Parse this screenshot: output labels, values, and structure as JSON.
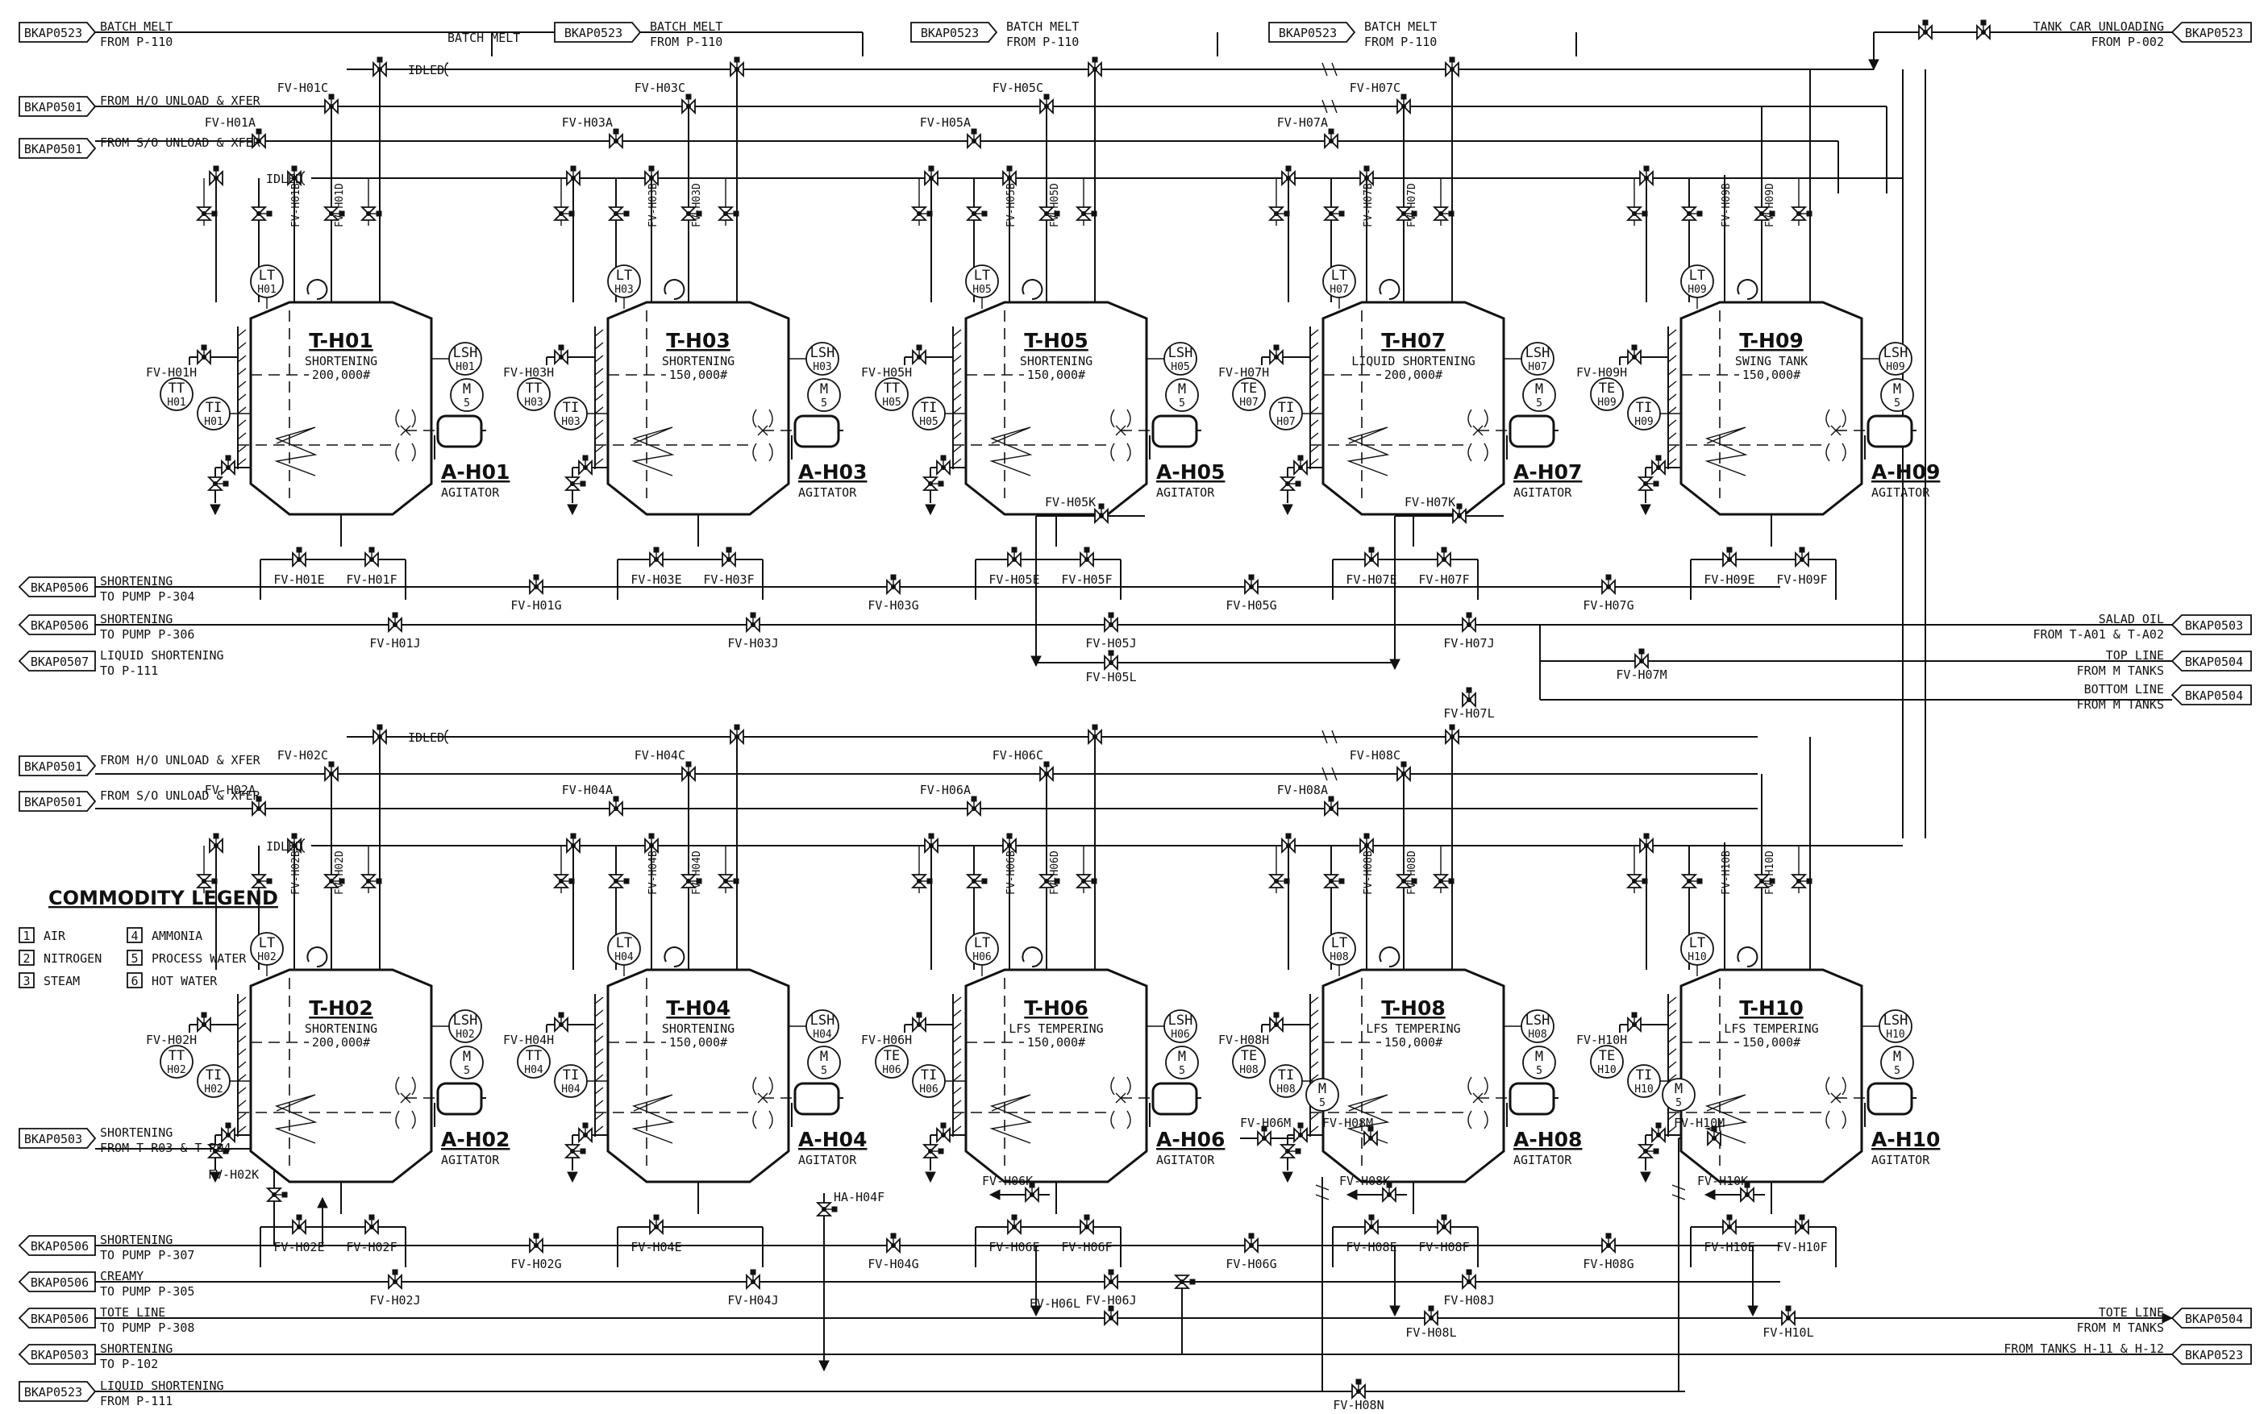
{
  "offpage": {
    "left": [
      {
        "tag": "BKAP0523",
        "l1": "BATCH MELT",
        "l2": "FROM P-110"
      },
      {
        "tag": "BKAP0501",
        "l1": "FROM H/O UNLOAD & XFER",
        "l2": ""
      },
      {
        "tag": "BKAP0501",
        "l1": "FROM S/O UNLOAD & XFER",
        "l2": ""
      },
      {
        "tag": "BKAP0506",
        "l1": "SHORTENING",
        "l2": "TO PUMP P-304"
      },
      {
        "tag": "BKAP0506",
        "l1": "SHORTENING",
        "l2": "TO PUMP P-306"
      },
      {
        "tag": "BKAP0507",
        "l1": "LIQUID SHORTENING",
        "l2": "TO P-111"
      },
      {
        "tag": "BKAP0501",
        "l1": "FROM H/O UNLOAD & XFER",
        "l2": ""
      },
      {
        "tag": "BKAP0501",
        "l1": "FROM S/O UNLOAD & XFER",
        "l2": ""
      },
      {
        "tag": "BKAP0503",
        "l1": "SHORTENING",
        "l2": "FROM T-R03 & T-R04"
      },
      {
        "tag": "BKAP0506",
        "l1": "SHORTENING",
        "l2": "TO PUMP P-307"
      },
      {
        "tag": "BKAP0506",
        "l1": "CREAMY",
        "l2": "TO PUMP P-305"
      },
      {
        "tag": "BKAP0506",
        "l1": "TOTE LINE",
        "l2": "TO PUMP P-308"
      },
      {
        "tag": "BKAP0503",
        "l1": "SHORTENING",
        "l2": "TO P-102"
      },
      {
        "tag": "BKAP0523",
        "l1": "LIQUID SHORTENING",
        "l2": "FROM P-111"
      }
    ],
    "right": [
      {
        "tag": "BKAP0523",
        "l1": "BATCH MELT",
        "l2": "FROM P-110"
      },
      {
        "tag": "BKAP0523",
        "l1": "BATCH MELT",
        "l2": "FROM P-110"
      },
      {
        "tag": "BKAP0523",
        "l1": "BATCH MELT",
        "l2": "FROM P-110"
      },
      {
        "tag": "BKAP0523",
        "l1": "TANK CAR UNLOADING",
        "l2": "FROM P-002"
      },
      {
        "tag": "BKAP0503",
        "l1": "SALAD OIL",
        "l2": "FROM T-A01 & T-A02"
      },
      {
        "tag": "BKAP0504",
        "l1": "TOP LINE",
        "l2": "FROM M TANKS"
      },
      {
        "tag": "BKAP0504",
        "l1": "BOTTOM LINE",
        "l2": "FROM M TANKS"
      },
      {
        "tag": "BKAP0504",
        "l1": "TOTE LINE",
        "l2": "FROM M TANKS"
      },
      {
        "tag": "BKAP0523",
        "l1": "FROM TANKS H-11 & H-12",
        "l2": ""
      }
    ]
  },
  "labels": {
    "batch_melt_top": "BATCH MELT",
    "idled": "IDLED",
    "agitator": "AGITATOR",
    "motor": "M",
    "motor_num": "5",
    "lt": "LT",
    "lsh": "LSH",
    "ti": "TI",
    "tt": "TT",
    "te": "TE"
  },
  "tanks": [
    {
      "tag": "T-H01",
      "desc": "SHORTENING",
      "cap": "200,000#",
      "agitator": "A-H01",
      "n": "H01",
      "temp": "TT"
    },
    {
      "tag": "T-H03",
      "desc": "SHORTENING",
      "cap": "150,000#",
      "agitator": "A-H03",
      "n": "H03",
      "temp": "TT"
    },
    {
      "tag": "T-H05",
      "desc": "SHORTENING",
      "cap": "150,000#",
      "agitator": "A-H05",
      "n": "H05",
      "temp": "TT"
    },
    {
      "tag": "T-H07",
      "desc": "LIQUID SHORTENING",
      "cap": "200,000#",
      "agitator": "A-H07",
      "n": "H07",
      "temp": "TE"
    },
    {
      "tag": "T-H09",
      "desc": "SWING TANK",
      "cap": "150,000#",
      "agitator": "A-H09",
      "n": "H09",
      "temp": "TE"
    },
    {
      "tag": "T-H02",
      "desc": "SHORTENING",
      "cap": "200,000#",
      "agitator": "A-H02",
      "n": "H02",
      "temp": "TT"
    },
    {
      "tag": "T-H04",
      "desc": "SHORTENING",
      "cap": "150,000#",
      "agitator": "A-H04",
      "n": "H04",
      "temp": "TT"
    },
    {
      "tag": "T-H06",
      "desc": "LFS TEMPERING",
      "cap": "150,000#",
      "agitator": "A-H06",
      "n": "H06",
      "temp": "TE"
    },
    {
      "tag": "T-H08",
      "desc": "LFS TEMPERING",
      "cap": "150,000#",
      "agitator": "A-H08",
      "n": "H08",
      "temp": "TE"
    },
    {
      "tag": "T-H10",
      "desc": "LFS TEMPERING",
      "cap": "150,000#",
      "agitator": "A-H10",
      "n": "H10",
      "temp": "TE"
    }
  ],
  "valves": {
    "row1_header_c": [
      "FV-H01C",
      "FV-H03C",
      "FV-H05C",
      "FV-H07C"
    ],
    "row1_header_a": [
      "FV-H01A",
      "FV-H03A",
      "FV-H05A",
      "FV-H07A"
    ],
    "row1_vert": [
      [
        "FV-H01B",
        "FV-H01D"
      ],
      [
        "FV-H03B",
        "FV-H03D"
      ],
      [
        "FV-H05B",
        "FV-H05D"
      ],
      [
        "FV-H07B",
        "FV-H07D"
      ],
      [
        "FV-H09B",
        "FV-H09D"
      ]
    ],
    "row1_h": [
      "FV-H01H",
      "FV-H03H",
      "FV-H05H",
      "FV-H07H",
      "FV-H09H"
    ],
    "row1_ef": [
      [
        "FV-H01E",
        "FV-H01F"
      ],
      [
        "FV-H03E",
        "FV-H03F"
      ],
      [
        "FV-H05E",
        "FV-H05F"
      ],
      [
        "FV-H07E",
        "FV-H07F"
      ],
      [
        "FV-H09E",
        "FV-H09F"
      ]
    ],
    "row1_g": [
      "FV-H01G",
      "FV-H03G",
      "FV-H05G",
      "FV-H07G"
    ],
    "row1_j": [
      "FV-H01J",
      "FV-H03J",
      "FV-H05J",
      "FV-H07J"
    ],
    "row1_misc": {
      "h05k": "FV-H05K",
      "h07k": "FV-H07K",
      "h05l": "FV-H05L",
      "h07m": "FV-H07M",
      "h07l": "FV-H07L"
    },
    "row2_header_c": [
      "FV-H02C",
      "FV-H04C",
      "FV-H06C",
      "FV-H08C"
    ],
    "row2_header_a": [
      "FV-H02A",
      "FV-H04A",
      "FV-H06A",
      "FV-H08A"
    ],
    "row2_vert": [
      [
        "FV-H02B",
        "FV-H02D"
      ],
      [
        "FV-H04B",
        "FV-H04D"
      ],
      [
        "FV-H06B",
        "FV-H06D"
      ],
      [
        "FV-H08B",
        "FV-H08D"
      ],
      [
        "FV-H10B",
        "FV-H10D"
      ]
    ],
    "row2_h": [
      "FV-H02H",
      "FV-H04H",
      "FV-H06H",
      "FV-H08H",
      "FV-H10H"
    ],
    "row2_ef": [
      [
        "FV-H02E",
        "FV-H02F"
      ],
      [
        "FV-H04E",
        ""
      ],
      [
        "FV-H06E",
        "FV-H06F"
      ],
      [
        "FV-H08E",
        "FV-H08F"
      ],
      [
        "FV-H10E",
        "FV-H10F"
      ]
    ],
    "row2_g": [
      "FV-H02G",
      "FV-H04G",
      "FV-H06G",
      "FV-H08G"
    ],
    "row2_j": [
      "FV-H02J",
      "FV-H04J",
      "FV-H06J",
      "FV-H08J"
    ],
    "row2_misc": {
      "h02k": "FV-H02K",
      "ha04f": "HA-H04F",
      "h06k": "FV-H06K",
      "h06m": "FV-H06M",
      "h08k": "FV-H08K",
      "h08m": "FV-H08M",
      "h10k": "FV-H10K",
      "h10m": "FV-H10M",
      "h06l": "FV-H06L",
      "h08l": "FV-H08L",
      "h10l": "FV-H10L",
      "h08n": "FV-H08N"
    }
  },
  "legend": {
    "title": "COMMODITY LEGEND",
    "items": [
      {
        "num": "1",
        "label": "AIR"
      },
      {
        "num": "2",
        "label": "NITROGEN"
      },
      {
        "num": "3",
        "label": "STEAM"
      },
      {
        "num": "4",
        "label": "AMMONIA"
      },
      {
        "num": "5",
        "label": "PROCESS WATER"
      },
      {
        "num": "6",
        "label": "HOT WATER"
      }
    ]
  }
}
